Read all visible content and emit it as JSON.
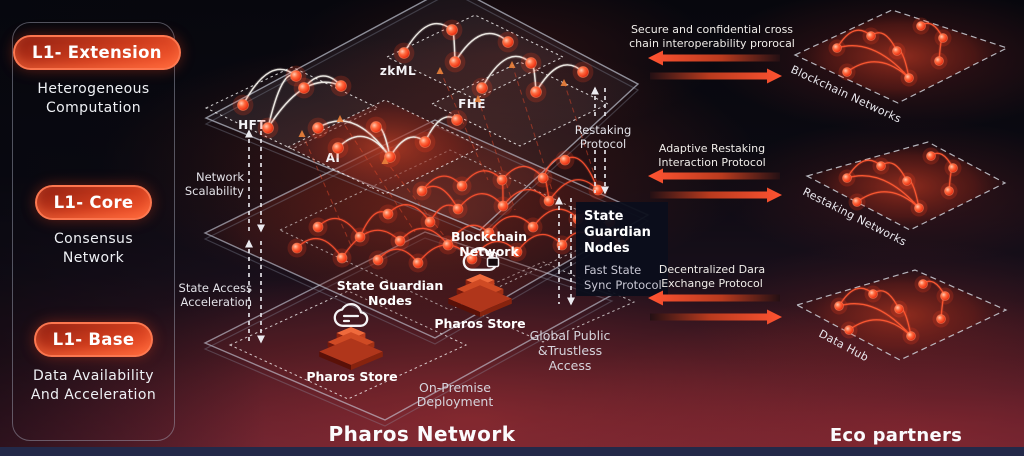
{
  "colors": {
    "accent": "#f4502c",
    "node": "#ff4a2e",
    "arc_white": "#f2efe9",
    "arc_red": "#ff5230",
    "pill_gradient_start": "#8f2012",
    "pill_gradient_end": "#ff6034",
    "background_bottom": "#622232",
    "footer_strip": "#232949",
    "annotation_box": "#0b0e1b"
  },
  "sidebar": {
    "items": [
      {
        "pill": "L1- Extension",
        "desc": [
          "Heterogeneous",
          "Computation"
        ]
      },
      {
        "pill": "L1- Core",
        "desc": [
          "Consensus",
          "Network"
        ]
      },
      {
        "pill": "L1- Base",
        "desc": [
          "Data Availability",
          "And Acceleration"
        ]
      }
    ]
  },
  "network": {
    "title": "Pharos Network",
    "top_layer": {
      "hft": "HFT",
      "zkml": "zkML",
      "fhe": "FHE",
      "ai": "AI"
    },
    "middle_layer": {
      "state_guardian": [
        "State Guardian",
        "Nodes"
      ],
      "blockchain_network": [
        "Blockchain",
        "Network"
      ],
      "pharos_store": "Pharos Store"
    },
    "bottom_layer": {
      "pharos_store": "Pharos Store",
      "on_premise": [
        "On-Premise",
        "Deployment"
      ],
      "global_access": [
        "Global Public",
        "&Trustless",
        "Access"
      ]
    },
    "annotations": {
      "network_scalability": [
        "Network",
        "Scalability"
      ],
      "state_access": [
        "State Access",
        "Acceleration"
      ],
      "restaking_protocol": [
        "Restaking",
        "Protocol"
      ],
      "state_guardian_box": {
        "title": [
          "State",
          "Guardian",
          "Nodes"
        ],
        "subtitle": [
          "Fast State",
          "Sync Protocol"
        ]
      }
    }
  },
  "eco": {
    "title": "Eco partners",
    "connections": [
      {
        "label": [
          "Secure and confidential cross",
          "chain interoperability prorocal"
        ],
        "network": "Blockchain Networks"
      },
      {
        "label": [
          "Adaptive Restaking",
          "Interaction Protocol"
        ],
        "network": "Restaking Networks"
      },
      {
        "label": [
          "Decentralized Dara",
          "Exchange Protocol"
        ],
        "network": "Data Hub"
      }
    ]
  }
}
